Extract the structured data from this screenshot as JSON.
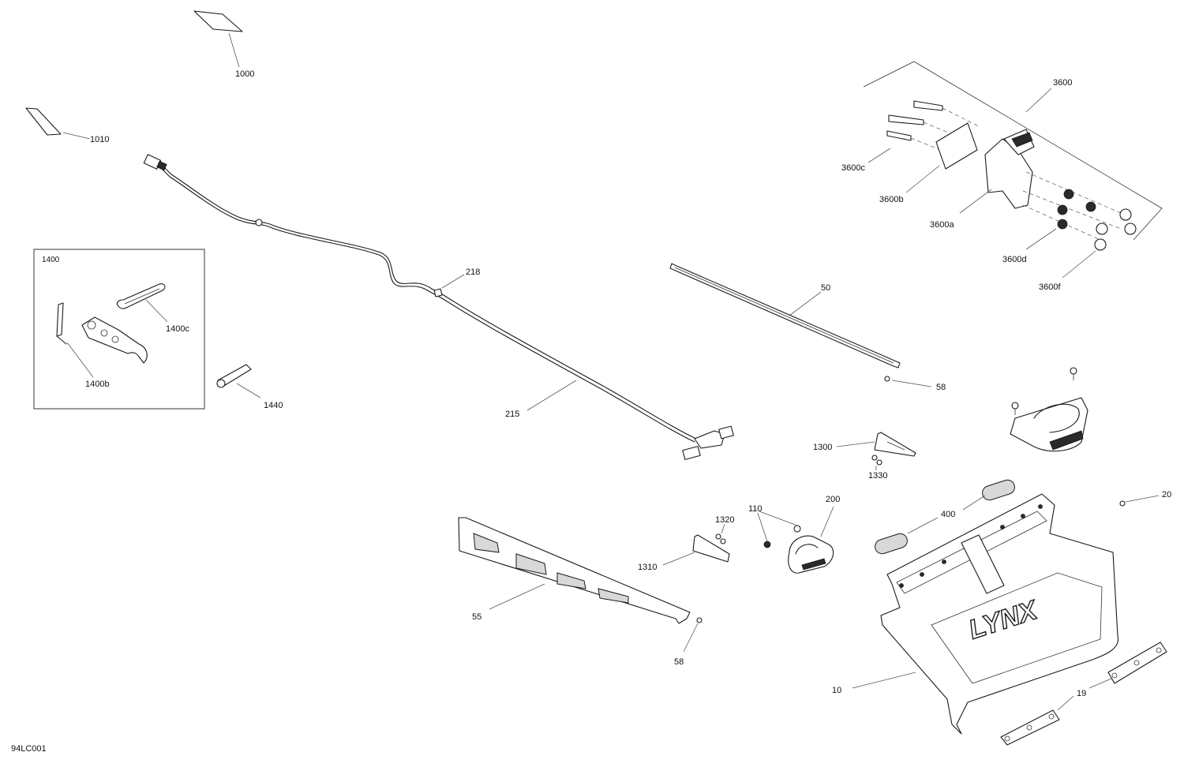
{
  "diagram_code": "94LC001",
  "logo_text": "LYNX",
  "kit_box_label": "1400",
  "labels": {
    "p1000": "1000",
    "p1010": "1010",
    "p1400b": "1400b",
    "p1400c": "1400c",
    "p1440": "1440",
    "p218": "218",
    "p215": "215",
    "p50": "50",
    "p58a": "58",
    "p58b": "58",
    "p55": "55",
    "p1300": "1300",
    "p1330": "1330",
    "p1310": "1310",
    "p1320": "1320",
    "p110": "110",
    "p200": "200",
    "p400": "400",
    "p20": "20",
    "p10": "10",
    "p19": "19",
    "p3600": "3600",
    "p3600a": "3600a",
    "p3600b": "3600b",
    "p3600c": "3600c",
    "p3600d": "3600d",
    "p3600f": "3600f"
  }
}
